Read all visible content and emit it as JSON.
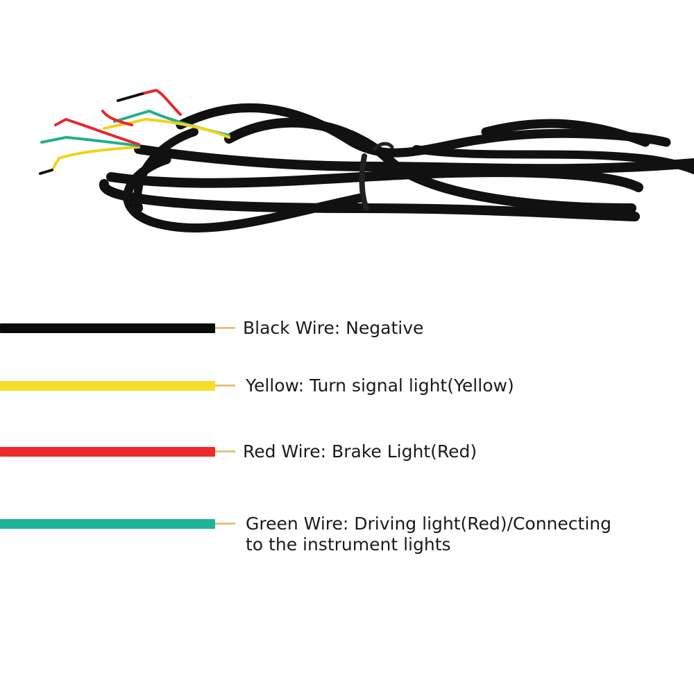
{
  "cable_image": {
    "colors": {
      "sheath": "#111111",
      "black": "#0a0a0a",
      "yellow": "#f2d21b",
      "red": "#e8262e",
      "green": "#1fb08c",
      "copper": "#e8c27a"
    }
  },
  "legend": {
    "black": {
      "color": "#0a0a0a",
      "label": "Black Wire: Negative"
    },
    "yellow": {
      "color": "#f7dc2a",
      "label": "Yellow: Turn signal light(Yellow)"
    },
    "red": {
      "color": "#ee2a2f",
      "label": "Red Wire: Brake Light(Red)"
    },
    "green": {
      "color": "#1cb49a",
      "label_line1": "Green Wire: Driving light(Red)/Connecting",
      "label_line2": "to the instrument lights"
    }
  }
}
